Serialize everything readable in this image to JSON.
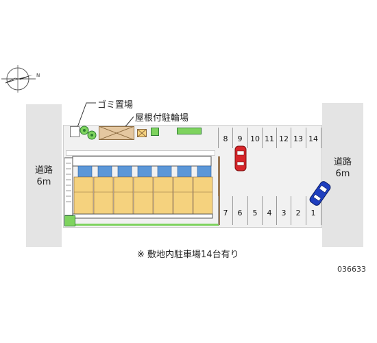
{
  "roads": {
    "left": {
      "label": "道路",
      "width": "6m"
    },
    "right": {
      "label": "道路",
      "width": "6m"
    }
  },
  "labels": {
    "garbage": "ゴミ置場",
    "bike_parking": "屋根付駐輪場"
  },
  "parking": {
    "top_row": [
      "8",
      "9",
      "10",
      "11",
      "12",
      "13",
      "14"
    ],
    "bottom_row": [
      "7",
      "6",
      "5",
      "4",
      "3",
      "2",
      "1"
    ]
  },
  "note": "※ 敷地内駐車場14台有り",
  "code": "036633",
  "colors": {
    "road": "#e4e4e4",
    "building": "#f5d27e",
    "unit_blue": "#5b97d8",
    "greenery": "#7ed35e",
    "bike_roof": "#e4c7a0",
    "car_red": "#d8262a",
    "car_blue": "#1f3fbf"
  },
  "compass": {
    "icon": "north-compass-icon"
  }
}
